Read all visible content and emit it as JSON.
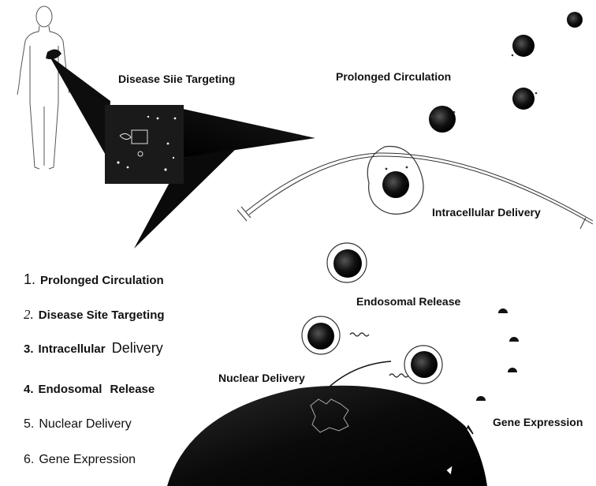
{
  "labels": {
    "disease_site_targeting": "Disease Siie Targeting",
    "prolonged_circulation": "Prolonged Circulation",
    "intracellular_delivery": "Intracellular Delivery",
    "endosomal_release": "Endosomal Release",
    "nuclear_delivery": "Nuclear Delivery",
    "gene_expression": "Gene Expression"
  },
  "steps": [
    {
      "num": "1.",
      "text": "Prolonged Circulation"
    },
    {
      "num": "2.",
      "text": "Disease Site Targeting"
    },
    {
      "num": "3.",
      "text": "Intracellular",
      "text2": "Delivery"
    },
    {
      "num": "4.",
      "text": "Endosomal Release"
    },
    {
      "num": "5.",
      "text": "Nuclear Delivery"
    },
    {
      "num": "6.",
      "text": "Gene Expression"
    }
  ],
  "colors": {
    "ink": "#111111",
    "particle_dark": "#1a1a1a",
    "cell_membrane": "#333333"
  }
}
